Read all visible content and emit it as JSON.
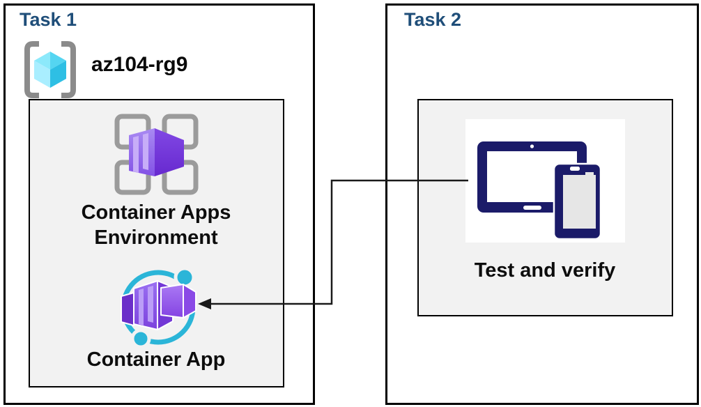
{
  "task1": {
    "title": "Task 1",
    "resource_group": {
      "name": "az104-rg9"
    },
    "environment_label": "Container Apps Environment",
    "app_label": "Container App"
  },
  "task2": {
    "title": "Task 2",
    "verify_label": "Test and verify"
  },
  "icons": {
    "resource_group": "resource-group-icon",
    "container_apps_environment": "container-apps-environment-icon",
    "container_app": "container-app-icon",
    "devices": "devices-icon",
    "connector": "arrow-connector"
  },
  "colors": {
    "task_title": "#1f4e79",
    "label_text": "#0d0d0d",
    "box_border": "#000000",
    "panel_bg": "#f2f2f2",
    "frame_gray": "#9b9b9b",
    "bracket_gray": "#8b8b8b",
    "container_purple": "#8655e8",
    "container_purple_dark": "#6a2ad0",
    "container_stripe": "#c7adf8",
    "ring_cyan": "#2bb5d8",
    "rg_cube_top_left": "#8ce9fb",
    "rg_cube_top_right": "#55d5f1",
    "rg_cube_left": "#a9eeff",
    "rg_cube_right": "#2ebfe4",
    "devices_navy": "#1b1b69",
    "phone_screen": "#e6e6e6",
    "connector": "#1a1a1a"
  }
}
